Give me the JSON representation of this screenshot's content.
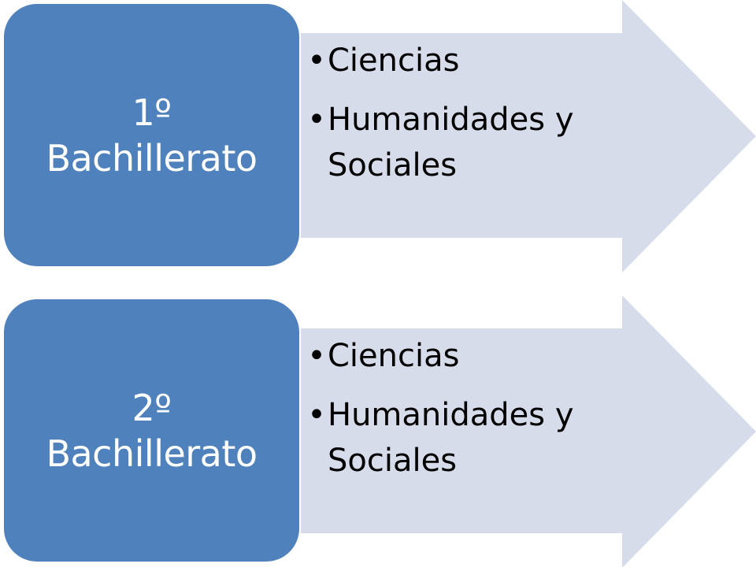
{
  "colors": {
    "box_fill": "#4f81bd",
    "arrow_fill": "#d6dce9",
    "box_text": "#ffffff",
    "option_text": "#000000"
  },
  "rows": [
    {
      "number": "1º",
      "name": "Bachillerato",
      "options": [
        {
          "bullet": "•",
          "label": "Ciencias"
        },
        {
          "bullet": "•",
          "label": "Humanidades y Sociales"
        }
      ]
    },
    {
      "number": "2º",
      "name": "Bachillerato",
      "options": [
        {
          "bullet": "•",
          "label": "Ciencias"
        },
        {
          "bullet": "•",
          "label": "Humanidades y Sociales"
        }
      ]
    }
  ]
}
